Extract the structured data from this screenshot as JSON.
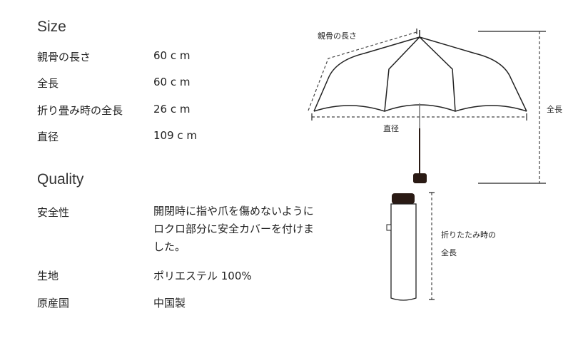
{
  "size": {
    "heading": "Size",
    "rows": [
      {
        "label": "親骨の長さ",
        "value": "60 c m"
      },
      {
        "label": "全長",
        "value": "60 c m"
      },
      {
        "label": "折り畳み時の全長",
        "value": "26 c m"
      },
      {
        "label": "直径",
        "value": "109 c m"
      }
    ]
  },
  "quality": {
    "heading": "Quality",
    "rows": [
      {
        "label": "安全性",
        "value": "開閉時に指や爪を傷めないようにロクロ部分に安全カバーを付けました。"
      },
      {
        "label": "生地",
        "value": "ポリエステル 100%"
      },
      {
        "label": "原産国",
        "value": "中国製"
      }
    ]
  },
  "diagram": {
    "rib_length": "親骨の長さ",
    "diameter": "直径",
    "total_length": "全長",
    "folded_length_line1": "折りたたみ時の",
    "folded_length_line2": "全長"
  }
}
